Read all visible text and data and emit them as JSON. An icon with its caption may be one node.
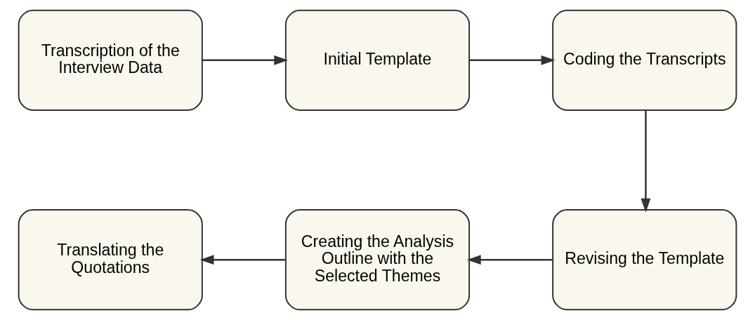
{
  "diagram": {
    "nodes": [
      {
        "text": [
          "Transcription of the Interview Data"
        ]
      },
      {
        "text": [
          "Initial Template"
        ]
      },
      {
        "text": [
          "Coding the Transcripts"
        ]
      },
      {
        "text": [
          "Revising the Template"
        ]
      },
      {
        "text": [
          "Creating the Analysis Outline with the Selected Themes"
        ]
      },
      {
        "text": [
          "Translating the Quotations"
        ]
      }
    ],
    "edges": [
      {
        "from": 0,
        "to": 1,
        "arrow": "to"
      },
      {
        "from": 1,
        "to": 2,
        "arrow": "to"
      },
      {
        "from": 2,
        "to": 3,
        "arrow": "to"
      },
      {
        "from": 3,
        "to": 4,
        "arrow": "to"
      },
      {
        "from": 4,
        "to": 5,
        "arrow": "to"
      }
    ]
  }
}
